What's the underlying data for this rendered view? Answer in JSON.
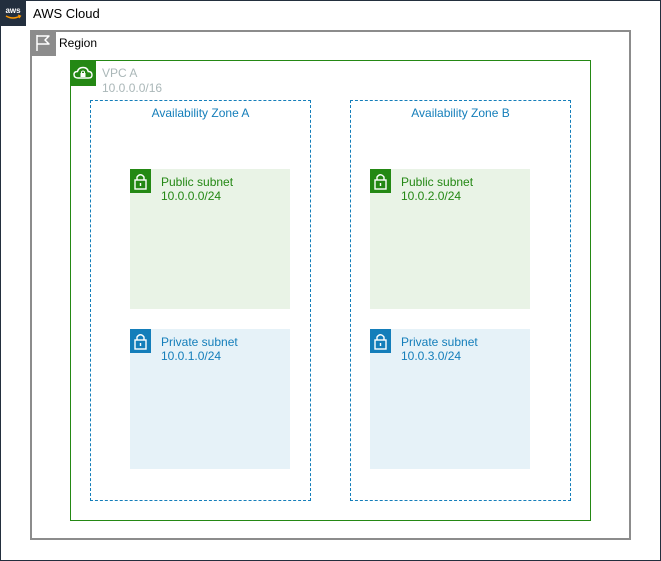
{
  "cloud": {
    "title": "AWS Cloud",
    "icon": "aws-logo-icon",
    "color": "#232f3e"
  },
  "region": {
    "title": "Region",
    "icon": "flag-icon",
    "color": "#8c8c8c"
  },
  "vpc": {
    "title": "VPC A",
    "cidr": "10.0.0.0/16",
    "icon": "vpc-cloud-lock-icon",
    "color": "#248814",
    "text_color": "#aab7b8"
  },
  "zones": [
    {
      "title": "Availability Zone A",
      "color": "#147eba",
      "public_subnet": {
        "name": "Public subnet",
        "cidr": "10.0.0.0/24",
        "icon": "lock-icon",
        "color": "#248814",
        "fill": "#e9f3e6"
      },
      "private_subnet": {
        "name": "Private subnet",
        "cidr": "10.0.1.0/24",
        "icon": "lock-icon",
        "color": "#147eba",
        "fill": "#e6f2f8"
      }
    },
    {
      "title": "Availability Zone B",
      "color": "#147eba",
      "public_subnet": {
        "name": "Public subnet",
        "cidr": "10.0.2.0/24",
        "icon": "lock-icon",
        "color": "#248814",
        "fill": "#e9f3e6"
      },
      "private_subnet": {
        "name": "Private subnet",
        "cidr": "10.0.3.0/24",
        "icon": "lock-icon",
        "color": "#147eba",
        "fill": "#e6f2f8"
      }
    }
  ]
}
